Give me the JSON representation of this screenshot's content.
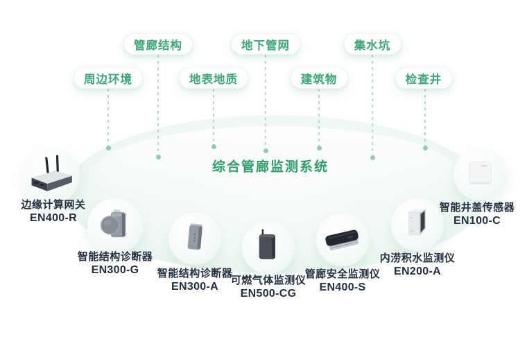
{
  "diagram": {
    "title": "综合管廊监测系统",
    "categories": [
      {
        "label": "管廊结构"
      },
      {
        "label": "地下管网"
      },
      {
        "label": "集水坑"
      },
      {
        "label": "周边环境"
      },
      {
        "label": "地表地质"
      },
      {
        "label": "建筑物"
      },
      {
        "label": "检查井"
      }
    ],
    "devices": [
      {
        "name": "边缘计算网关",
        "model": "EN400-R",
        "icon": "edge-gateway-device-icon"
      },
      {
        "name": "智能结构诊断器",
        "model": "EN300-G",
        "icon": "structure-diagnostic-g-device-icon"
      },
      {
        "name": "智能结构诊断器",
        "model": "EN300-A",
        "icon": "structure-diagnostic-a-device-icon"
      },
      {
        "name": "可燃气体监测仪",
        "model": "EN500-CG",
        "icon": "gas-monitor-device-icon"
      },
      {
        "name": "管廊安全监测仪",
        "model": "EN400-S",
        "icon": "safety-monitor-device-icon"
      },
      {
        "name": "内涝积水监测仪",
        "model": "EN200-A",
        "icon": "waterlogging-monitor-device-icon"
      },
      {
        "name": "智能井盖传感器",
        "model": "EN100-C",
        "icon": "manhole-cover-sensor-icon"
      }
    ],
    "colors": {
      "title_green": "#2e9e6b",
      "pill_text_green": "#3aa878",
      "connector_teal": "#b3dac8",
      "connector_dot": "#94cbb5",
      "label_dark": "#24303e",
      "ellipse_mint": "#d5ecdf"
    }
  }
}
